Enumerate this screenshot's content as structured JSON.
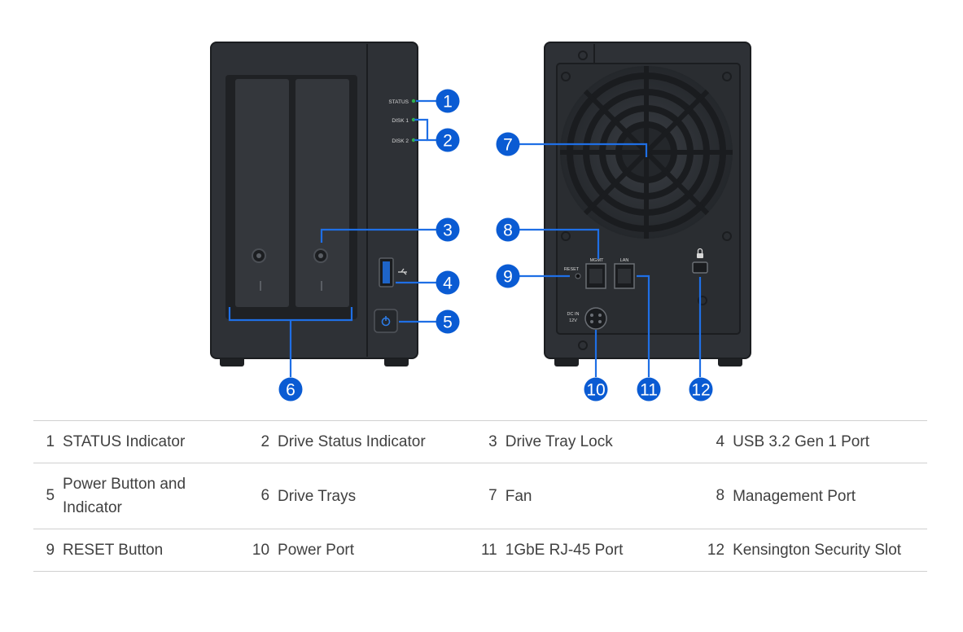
{
  "device_labels": {
    "status": "STATUS",
    "disk1": "DISK 1",
    "disk2": "DISK 2",
    "mgmt": "MGMT",
    "lan": "LAN",
    "reset": "RESET",
    "dcin": "DC IN",
    "dcin_v": "12V"
  },
  "callouts": [
    "1",
    "2",
    "3",
    "4",
    "5",
    "6",
    "7",
    "8",
    "9",
    "10",
    "11",
    "12"
  ],
  "colors": {
    "callout": "#0a5bd3",
    "leader": "#1f6fe5",
    "chassis": "#2e3136",
    "led_green": "#2fae4e"
  },
  "parts": [
    {
      "num": "1",
      "label": "STATUS Indicator"
    },
    {
      "num": "2",
      "label": "Drive Status Indicator"
    },
    {
      "num": "3",
      "label": "Drive Tray Lock"
    },
    {
      "num": "4",
      "label": "USB 3.2 Gen 1 Port"
    },
    {
      "num": "5",
      "label": "Power Button and Indicator"
    },
    {
      "num": "6",
      "label": "Drive Trays"
    },
    {
      "num": "7",
      "label": "Fan"
    },
    {
      "num": "8",
      "label": "Management Port"
    },
    {
      "num": "9",
      "label": "RESET Button"
    },
    {
      "num": "10",
      "label": "Power Port"
    },
    {
      "num": "11",
      "label": "1GbE RJ-45 Port"
    },
    {
      "num": "12",
      "label": "Kensington Security Slot"
    }
  ]
}
